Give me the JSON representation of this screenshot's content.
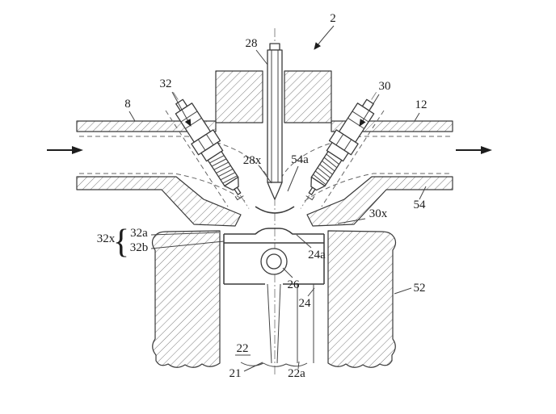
{
  "figure": {
    "labels": {
      "l2": "2",
      "l28": "28",
      "l32": "32",
      "l30": "30",
      "l8": "8",
      "l12": "12",
      "l28x": "28x",
      "l54a": "54a",
      "l54": "54",
      "l30x": "30x",
      "l32x": "32x",
      "brace": "{",
      "l32a": "32a",
      "l32b": "32b",
      "l24a": "24a",
      "l26": "26",
      "l24": "24",
      "l52": "52",
      "l22": "22",
      "l21": "21",
      "l22a": "22a"
    }
  }
}
